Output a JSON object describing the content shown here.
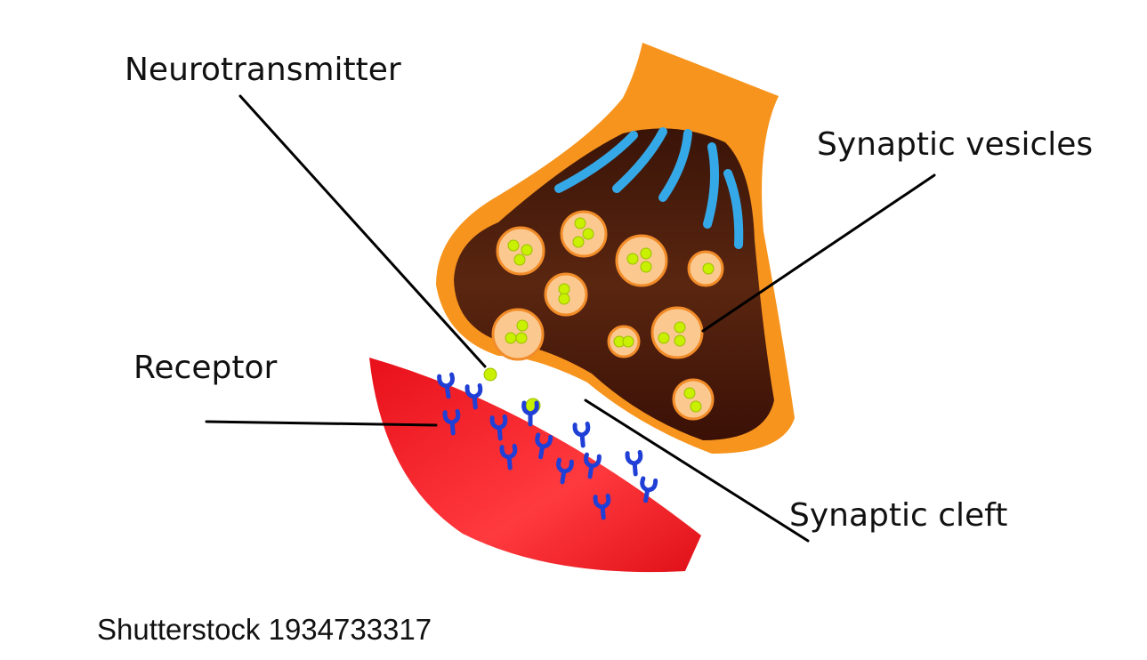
{
  "labels": {
    "neurotransmitter": "Neurotransmitter",
    "synaptic_vesicles": "Synaptic vesicles",
    "receptor": "Receptor",
    "synaptic_cleft": "Synaptic cleft"
  },
  "credit": "Shutterstock 1934733317",
  "colors": {
    "terminal_outline": "#f7941d",
    "terminal_inner": "#4a1d0c",
    "vesicle_fill": "#fbc98f",
    "vesicle_stroke": "#f28c28",
    "neurotransmitter": "#c8f000",
    "postsynaptic": "#f0131c",
    "receptor": "#1f3fd6",
    "microtubule": "#35a9e8",
    "leader_line": "#000000"
  }
}
